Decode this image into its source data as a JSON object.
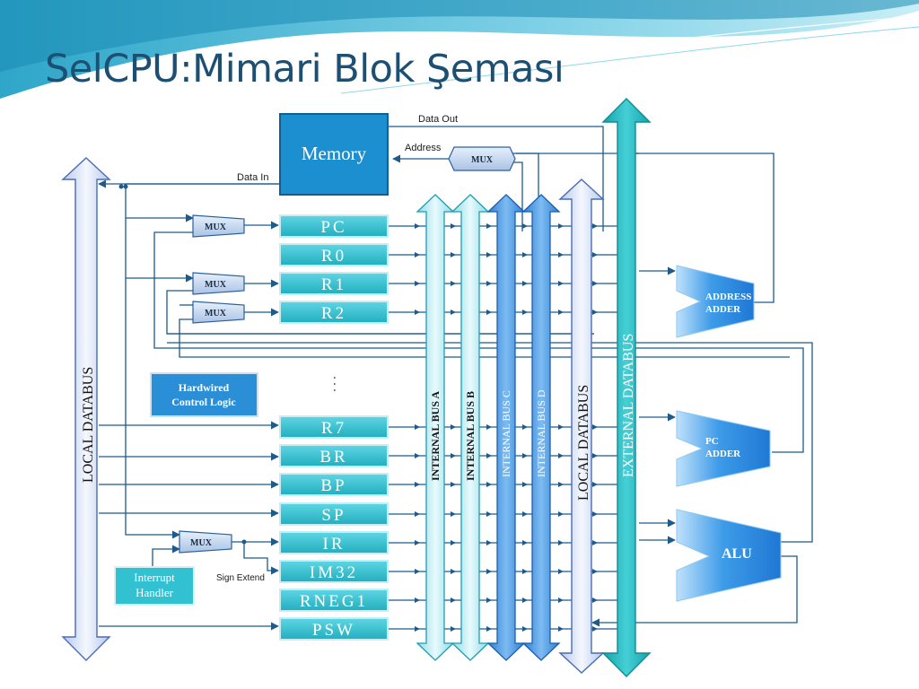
{
  "slide": {
    "title": "SelCPU:Mimari Blok Şeması"
  },
  "memory": {
    "label": "Memory",
    "data_out": "Data Out",
    "address": "Address",
    "data_in": "Data In"
  },
  "mux": {
    "label": "MUX"
  },
  "registers": [
    "PC",
    "R0",
    "R1",
    "R2",
    "R7",
    "BR",
    "BP",
    "SP",
    "IR",
    "IM32",
    "RNEG1",
    "PSW"
  ],
  "ellipsis": ". . .",
  "control": {
    "line1": "Hardwired",
    "line2": "Control Logic"
  },
  "interrupt": {
    "line1": "Interrupt",
    "line2": "Handler"
  },
  "sign_extend": "Sign Extend",
  "buses": {
    "local_left": "LOCAL  DATABUS",
    "internal_a": "INTERNAL  BUS A",
    "internal_b": "INTERNAL  BUS B",
    "internal_c": "INTERNAL BUS C",
    "internal_d": "INTERNAL BUS D",
    "local_right": "LOCAL  DATABUS",
    "external": "EXTERNAL  DATABUS"
  },
  "units": {
    "address_adder": {
      "line1": "ADDRESS",
      "line2": "ADDER"
    },
    "pc_adder": {
      "line1": "PC",
      "line2": "ADDER"
    },
    "alu": "ALU"
  },
  "colors": {
    "title": "#1d4f73",
    "wire": "#1e5a8c",
    "register": "#32c1d1",
    "memory": "#1b8fd0",
    "control": "#2a8fd6",
    "external_bus": "#22b6bd",
    "unit": "#3a9ae8"
  }
}
